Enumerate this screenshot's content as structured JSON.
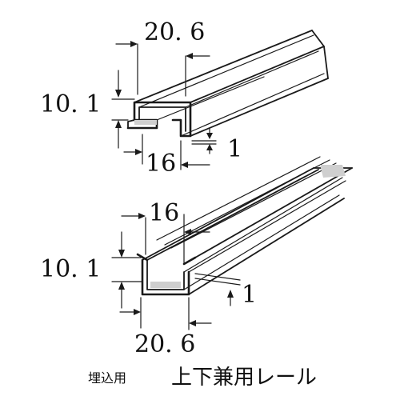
{
  "upper_rail": {
    "dims": {
      "width_top": "20. 6",
      "height": "10. 1",
      "inner_width": "16",
      "thickness": "1"
    }
  },
  "lower_rail": {
    "dims": {
      "inner_width": "16",
      "height": "10. 1",
      "thickness": "1",
      "width_bottom": "20. 6"
    }
  },
  "caption": {
    "small_label": "埋込用",
    "title": "上下兼用レール"
  },
  "colors": {
    "ink": "#1a1a1a",
    "shade": "#cfcfcf"
  }
}
